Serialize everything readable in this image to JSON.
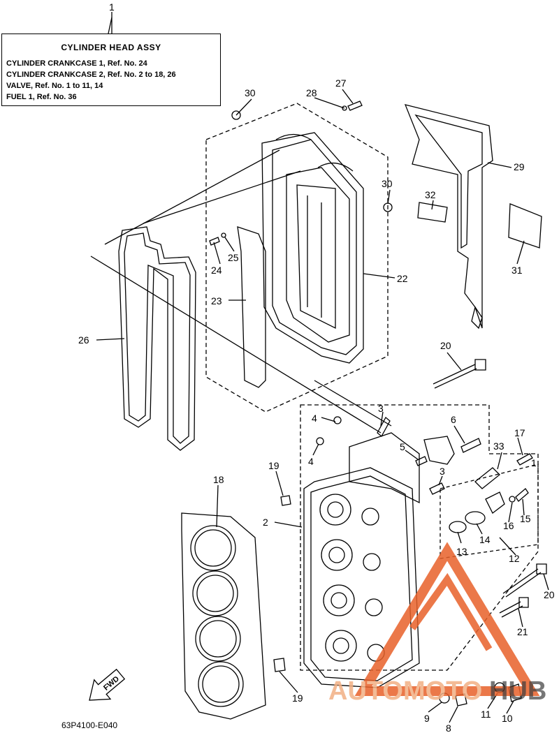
{
  "callout": {
    "ref": "1",
    "title": "CYLINDER HEAD ASSY",
    "lines": [
      "CYLINDER CRANKCASE 1, Ref. No. 24",
      "CYLINDER CRANKCASE 2, Ref. No. 2 to 18, 26",
      "VALVE,  Ref. No. 1 to 11, 14",
      "FUEL 1, Ref. No. 36"
    ]
  },
  "labels": {
    "n2": "2",
    "n3a": "3",
    "n3b": "3",
    "n4a": "4",
    "n4b": "4",
    "n5": "5",
    "n6": "6",
    "n8": "8",
    "n9": "9",
    "n10": "10",
    "n11": "11",
    "n12": "12",
    "n13": "13",
    "n14": "14",
    "n15": "15",
    "n16": "16",
    "n17": "17",
    "n18": "18",
    "n19a": "19",
    "n19b": "19",
    "n20a": "20",
    "n20b": "20",
    "n21": "21",
    "n22": "22",
    "n23": "23",
    "n24": "24",
    "n25": "25",
    "n26": "26",
    "n27": "27",
    "n28": "28",
    "n29": "29",
    "n30a": "30",
    "n30b": "30",
    "n31": "31",
    "n32": "32",
    "n33": "33",
    "n1b": "1"
  },
  "fwd_label": "FWD",
  "diagram_code": "63P4100-E040",
  "watermark": {
    "text_a": "AUTOMOTO",
    "text_b": "HUB",
    "color": "#e8612a"
  }
}
